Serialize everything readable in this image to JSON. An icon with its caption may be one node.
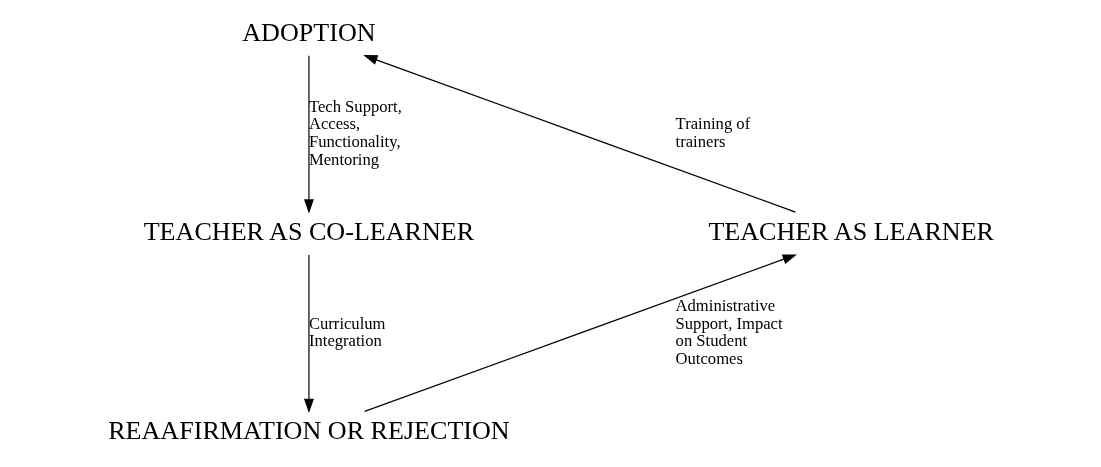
{
  "diagram": {
    "nodes": [
      {
        "text": [
          "ADOPTION"
        ]
      },
      {
        "text": [
          "TEACHER AS LEARNER"
        ]
      },
      {
        "text": [
          "TEACHER AS CO-LEARNER"
        ]
      },
      {
        "text": [
          "REAAFIRMATION OR REJECTION"
        ]
      }
    ],
    "edges": [
      {
        "from": 1,
        "to": 0,
        "arrow": "to",
        "label": "Training of trainers"
      },
      {
        "from": 0,
        "to": 2,
        "arrow": "to",
        "label": "Tech Support, Access, Functionality, Mentoring"
      },
      {
        "from": 2,
        "to": 3,
        "arrow": "to",
        "label": "Curriculum Integration"
      },
      {
        "from": 3,
        "to": 1,
        "arrow": "to",
        "label": "Administrative Support, Impact on Student Outcomes"
      }
    ]
  }
}
